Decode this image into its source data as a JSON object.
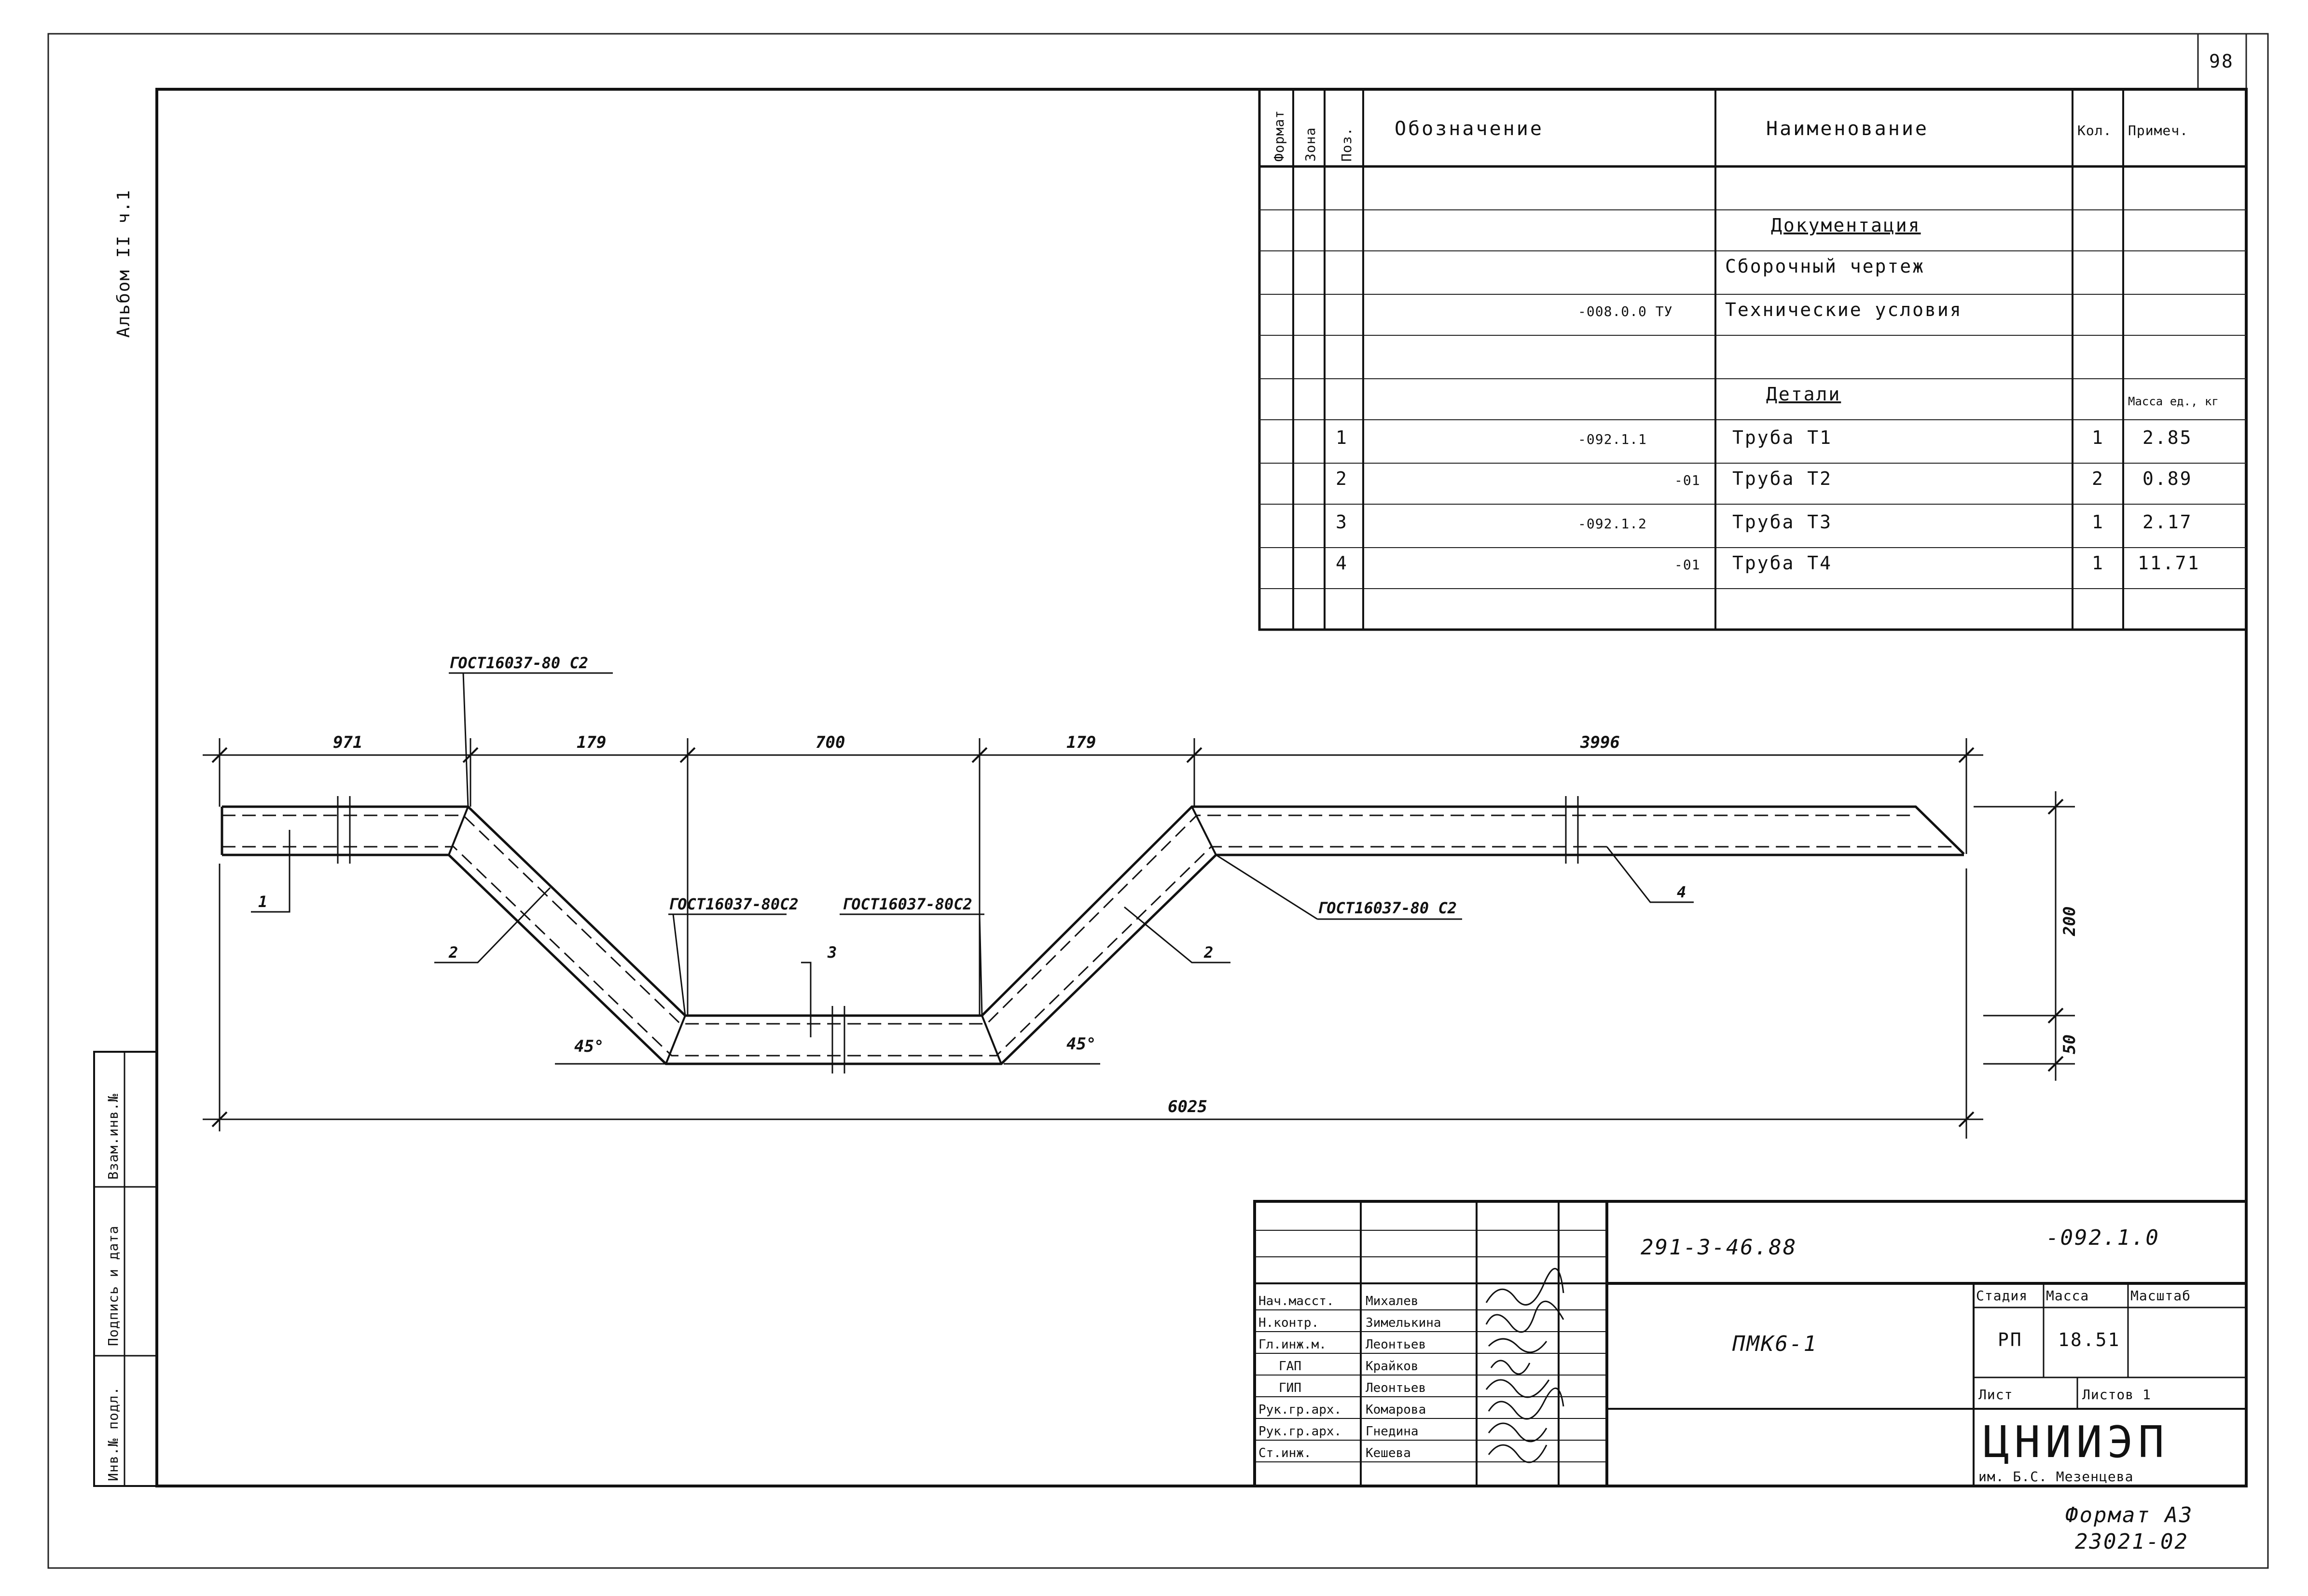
{
  "page_number": "98",
  "album_label": "Альбом II ч.1",
  "spec_table": {
    "headers": {
      "format": "Формат",
      "zone": "Зона",
      "pos": "Поз.",
      "designation": "Обозначение",
      "name": "Наименование",
      "qty": "Кол.",
      "note": "Примеч."
    },
    "section_docs": "Документация",
    "assembly_drawing": "Сборочный чертеж",
    "tech_conditions": {
      "designation": "-008.0.0 ТУ",
      "name": "Технические условия"
    },
    "section_parts": "Детали",
    "mass_note": "Масса ед., кг",
    "rows": [
      {
        "pos": "1",
        "designation": "-092.1.1",
        "name": "Труба Т1",
        "qty": "1",
        "note": "2.85"
      },
      {
        "pos": "2",
        "designation": "-01",
        "name": "Труба Т2",
        "qty": "2",
        "note": "0.89"
      },
      {
        "pos": "3",
        "designation": "-092.1.2",
        "name": "Труба Т3",
        "qty": "1",
        "note": "2.17"
      },
      {
        "pos": "4",
        "designation": "-01",
        "name": "Труба Т4",
        "qty": "1",
        "note": "11.71"
      }
    ]
  },
  "drawing": {
    "weld_label": "ГОСТ16037-80 С2",
    "weld_label_b": "ГОСТ16037-80С2",
    "dims": {
      "d1": "971",
      "d2": "179",
      "d3": "700",
      "d4": "179",
      "d5": "3996",
      "total": "6025",
      "height": "200",
      "offset": "50"
    },
    "angle": "45°",
    "callouts": {
      "c1": "1",
      "c2": "2",
      "c3": "3",
      "c4": "4"
    }
  },
  "title_block": {
    "doc_code": "291-3-46.88",
    "sheet_code": "-092.1.0",
    "product": "ПМК6-1",
    "stage_label": "Стадия",
    "mass_label": "Масса",
    "scale_label": "Масштаб",
    "stage": "РП",
    "mass": "18.51",
    "sheet_label": "Лист",
    "sheets_label": "Листов 1",
    "org": "ЦНИИЭП",
    "org_sub": "им. Б.С. Мезенцева",
    "signers": [
      {
        "role": "Нач.масст.",
        "name": "Михалев"
      },
      {
        "role": "Н.контр.",
        "name": "Зимелькина"
      },
      {
        "role": "Гл.инж.м.",
        "name": "Леонтьев"
      },
      {
        "role": "ГАП",
        "name": "Крайков"
      },
      {
        "role": "ГИП",
        "name": "Леонтьев"
      },
      {
        "role": "Рук.гр.арх.",
        "name": "Комарова"
      },
      {
        "role": "Рук.гр.арх.",
        "name": "Гнедина"
      },
      {
        "role": "Ст.инж.",
        "name": "Кешева"
      }
    ]
  },
  "side_stamp": {
    "inv_podl": "Инв.№ подл.",
    "sign_date": "Подпись и дата",
    "vzam": "Взам.инв.№"
  },
  "format_label": "Формат А3",
  "stamp_number": "23021-02"
}
